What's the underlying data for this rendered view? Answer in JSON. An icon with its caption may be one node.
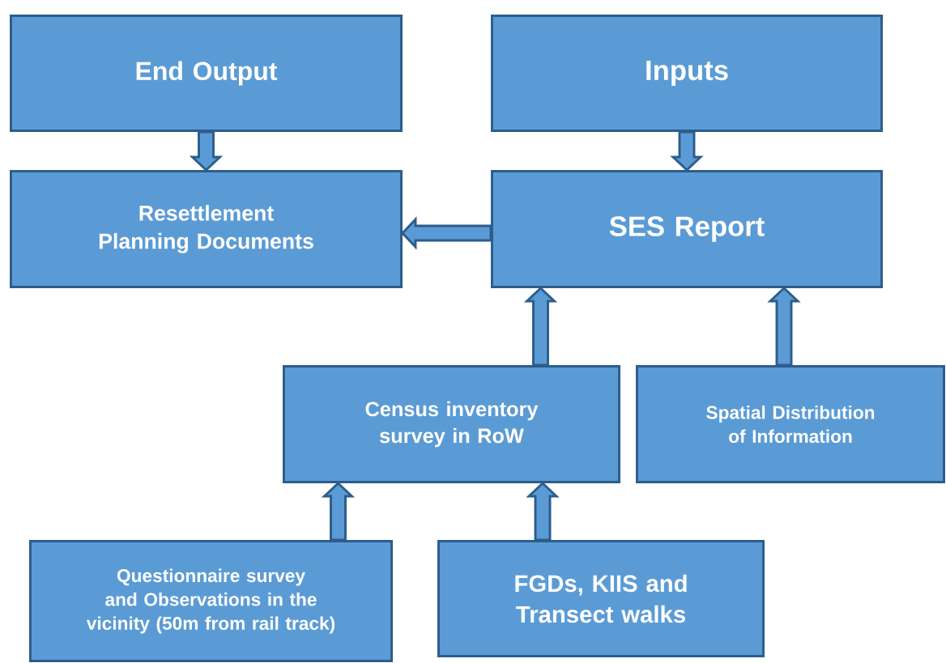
{
  "diagram": {
    "nodes": [
      {
        "text": [
          "End Output"
        ]
      },
      {
        "text": [
          "Inputs"
        ]
      },
      {
        "text": [
          "Resettlement Planning Documents"
        ]
      },
      {
        "text": [
          "SES Report"
        ]
      },
      {
        "text": [
          "Census inventory survey in RoW"
        ]
      },
      {
        "text": [
          "Spatial Distribution of Information"
        ]
      },
      {
        "text": [
          "Questionnaire survey and Observations in the vicinity (50m from rail track)"
        ]
      },
      {
        "text": [
          "FGDs, KIIS and Transect walks"
        ]
      }
    ],
    "edges": [
      {
        "from": 0,
        "to": 2,
        "arrow": "to"
      },
      {
        "from": 1,
        "to": 3,
        "arrow": "to"
      },
      {
        "from": 3,
        "to": 2,
        "arrow": "to"
      },
      {
        "from": 4,
        "to": 3,
        "arrow": "to"
      },
      {
        "from": 5,
        "to": 3,
        "arrow": "to"
      },
      {
        "from": 6,
        "to": 4,
        "arrow": "to"
      },
      {
        "from": 7,
        "to": 4,
        "arrow": "to"
      }
    ]
  }
}
